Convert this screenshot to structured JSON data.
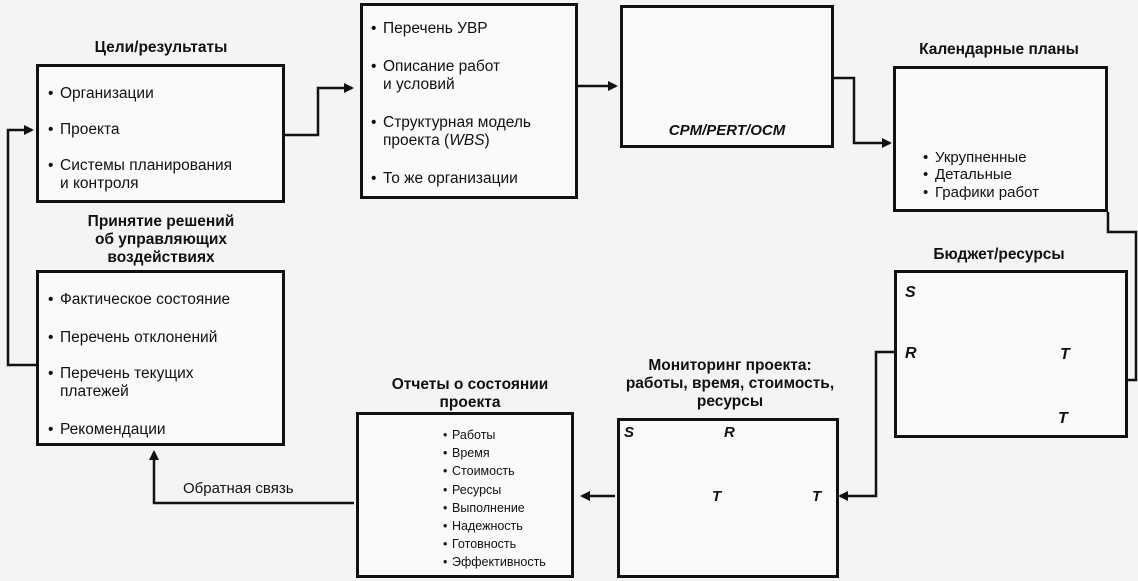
{
  "goals": {
    "title": "Цели/результаты",
    "items": [
      "Организации",
      "Проекта",
      "Системы планирования",
      "и контроля"
    ]
  },
  "decisions": {
    "title_lines": [
      "Принятие решений",
      "об управляющих",
      "воздействиях"
    ],
    "items": [
      "Фактическое состояние",
      "Перечень отклонений",
      "Перечень текущих",
      "платежей",
      "Рекомендации"
    ]
  },
  "wbs": {
    "items": [
      "Перечень УВР",
      "Описание работ",
      "и условий",
      "Структурная модель",
      "проекта (",
      "WBS",
      ")",
      "То же организации"
    ]
  },
  "network": {
    "caption": "CPM/PERT/OCM"
  },
  "calendar": {
    "title": "Календарные планы",
    "items": [
      "Укрупненные",
      "Детальные",
      "Графики работ"
    ]
  },
  "budget": {
    "title": "Бюджет/ресурсы",
    "axis_s": "S",
    "axis_r": "R",
    "axis_t": "T"
  },
  "monitoring": {
    "title_lines": [
      "Мониторинг проекта:",
      "работы, время, стоимость,",
      "ресурсы"
    ],
    "axis_s": "S",
    "axis_r": "R",
    "axis_t": "T"
  },
  "reports": {
    "title_lines": [
      "Отчеты о состоянии",
      "проекта"
    ],
    "items": [
      "Работы",
      "Время",
      "Стоимость",
      "Ресурсы",
      "Выполнение",
      "Надежность",
      "Готовность",
      "Эффективность"
    ]
  },
  "feedback": {
    "label": "Обратная связь"
  },
  "colors": {
    "ink": "#111111",
    "paper": "#fafaf8",
    "bg": "#f4f4f2"
  }
}
